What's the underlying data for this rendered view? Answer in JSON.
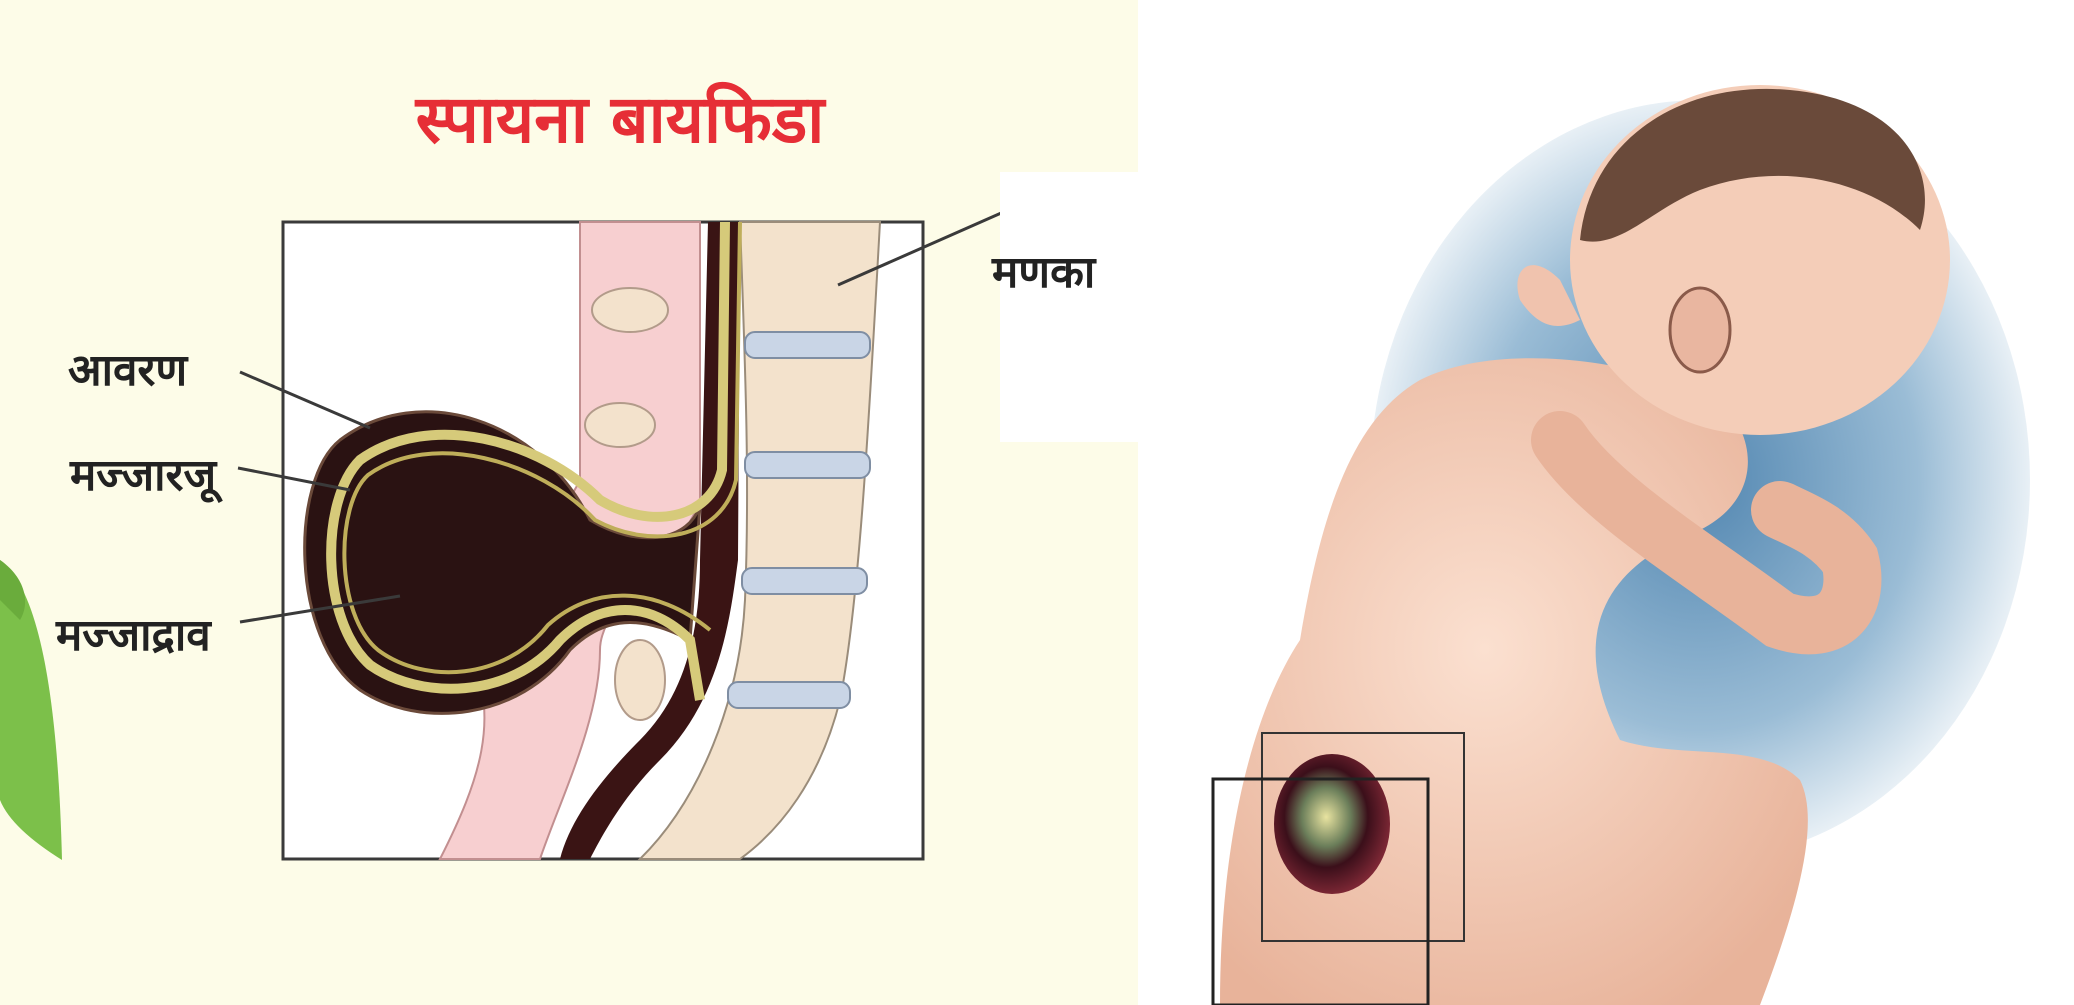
{
  "diagram": {
    "title": "स्पायना बायफिडा",
    "labels": {
      "membrane": "आवरण",
      "spinal_cord": "मज्जारजू",
      "csf": "मज्जाद्राव",
      "vertebra": "मणका"
    }
  },
  "colors": {
    "title": "#e62e36",
    "background": "#fdfce8",
    "leaf": "#7cc04a",
    "tissue": "#f7cfd0",
    "bone": "#f3e2cc",
    "disc": "#c9d5e6",
    "cord": "#d6ca7a",
    "sac": "#2a1212",
    "skin": "#f2c7b2"
  }
}
